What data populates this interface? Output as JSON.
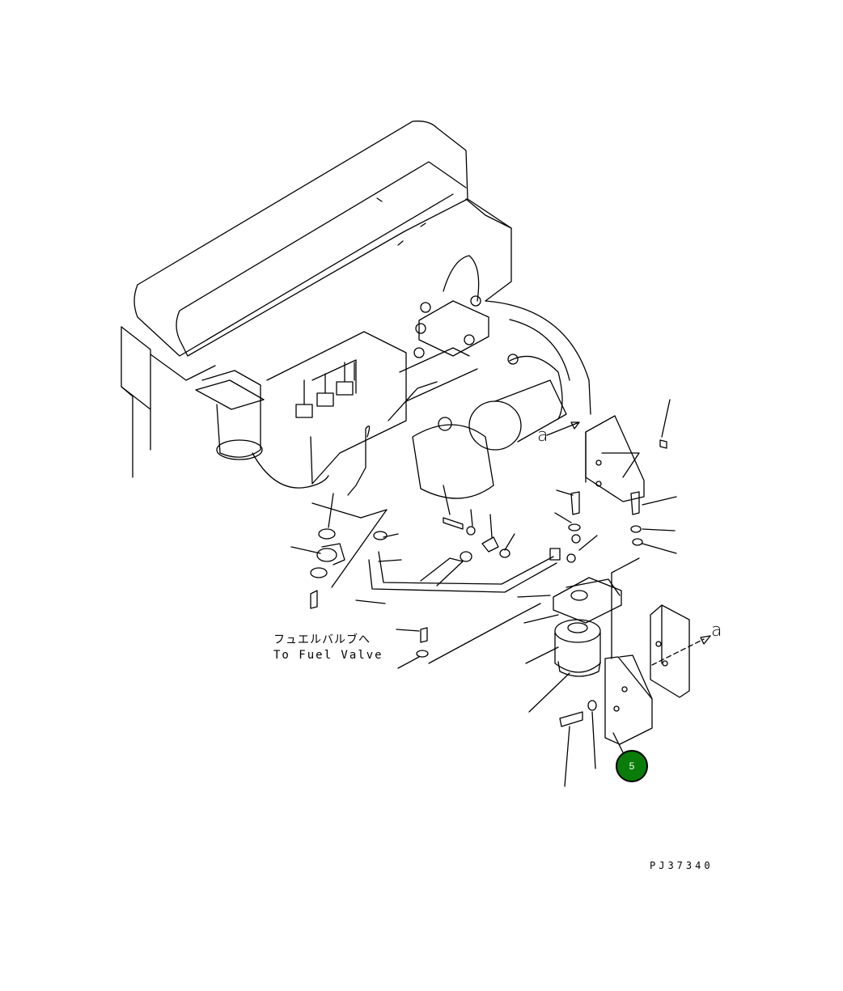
{
  "labels": {
    "japanese_note": "フュエルバルブへ",
    "english_note": "To Fuel Valve",
    "view_marker_upper": "a",
    "view_marker_lower": "a",
    "drawing_number": "PJ37340"
  },
  "callout": {
    "number": "5",
    "color": "#0a7c0a"
  }
}
